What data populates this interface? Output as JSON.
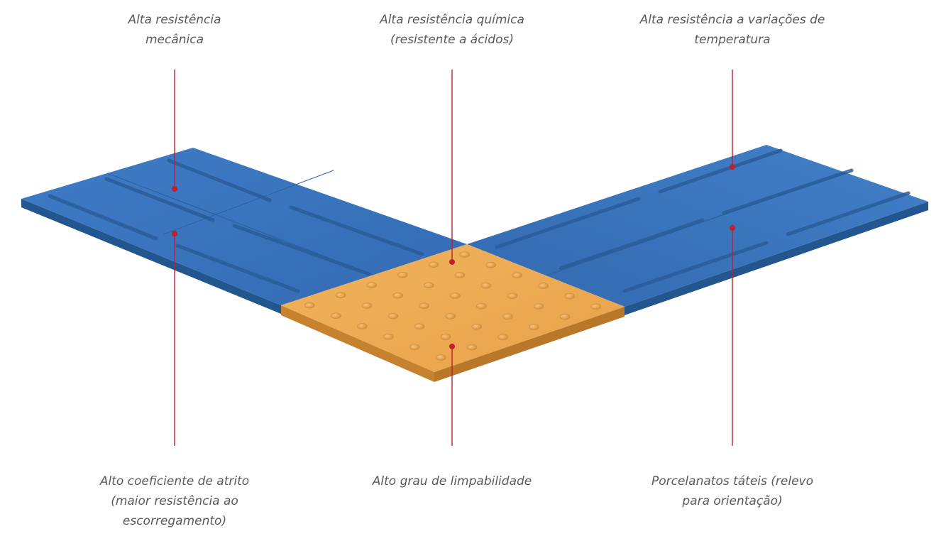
{
  "callouts": {
    "top_left": {
      "line1": "Alta resistência",
      "line2": "mecânica"
    },
    "top_center": {
      "line1": "Alta resistência química",
      "line2": "(resistente a ácidos)"
    },
    "top_right": {
      "line1": "Alta resistência a variações de",
      "line2": "temperatura"
    },
    "bottom_left": {
      "line1": "Alto coeficiente de atrito",
      "line2": "(maior resistência ao",
      "line3": "escorregamento)"
    },
    "bottom_center": {
      "line1": "Alto grau de limpabilidade"
    },
    "bottom_right": {
      "line1": "Porcelanatos táteis (relevo",
      "line2": "para orientação)"
    }
  },
  "colors": {
    "blue_tile": "#3a74bd",
    "blue_edge": "#265a9a",
    "yellow_tile": "#eea950",
    "yellow_edge": "#cf8a35",
    "leader_line": "#c0202a",
    "text": "#5a5a5a"
  }
}
